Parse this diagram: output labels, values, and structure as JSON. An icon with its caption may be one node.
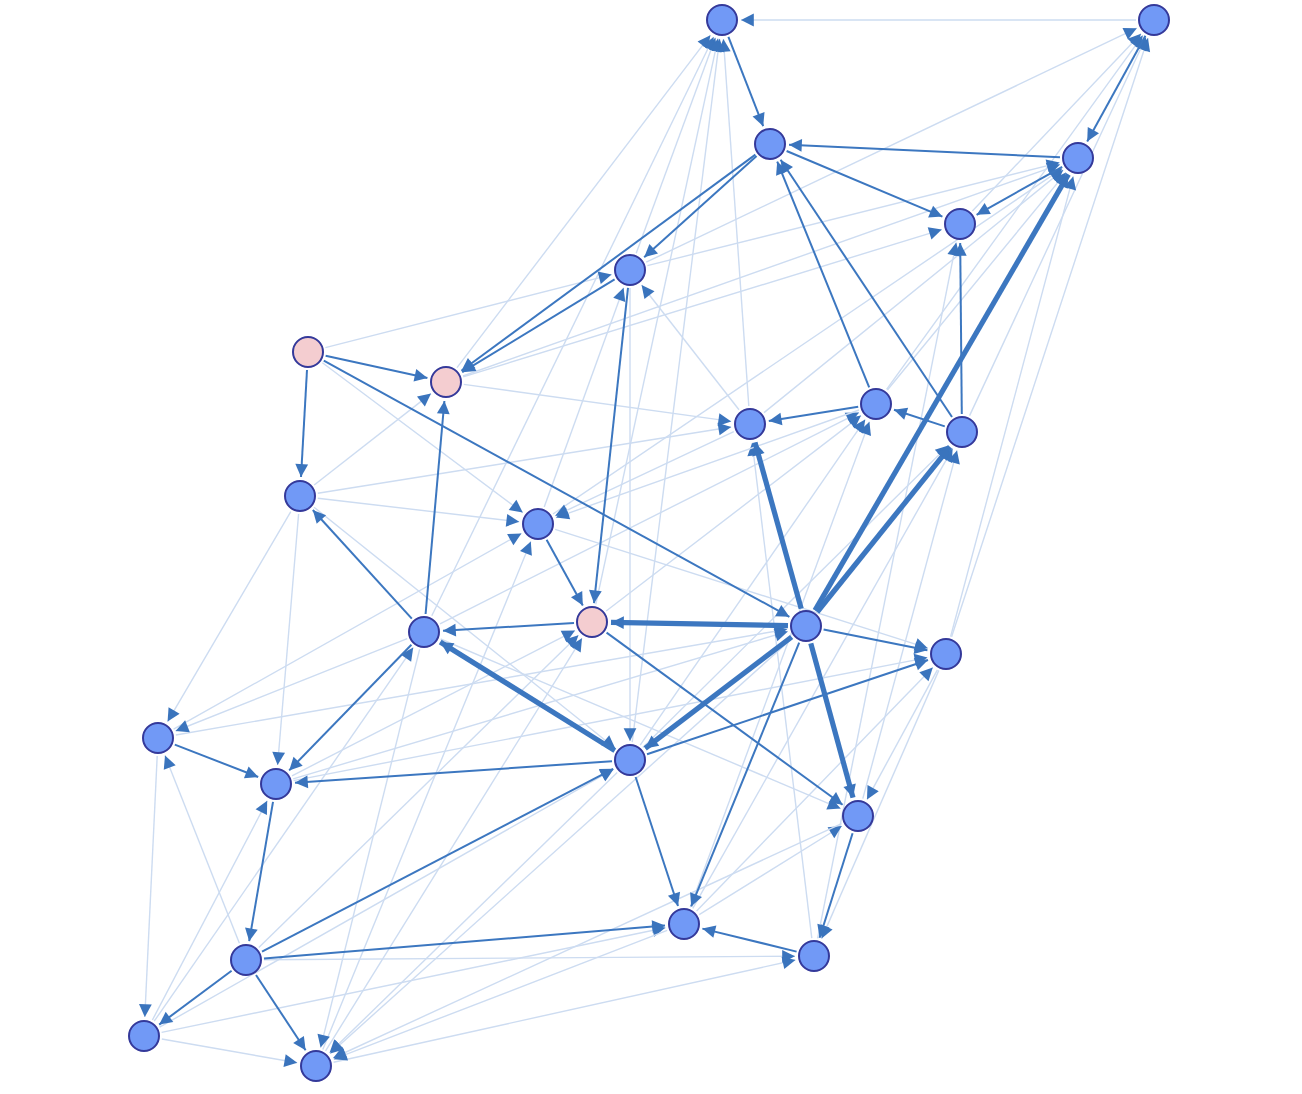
{
  "diagram": {
    "nodes": [
      {
        "text": [],
        "shape": "circle"
      },
      {
        "text": [],
        "shape": "circle"
      },
      {
        "text": [],
        "shape": "circle"
      },
      {
        "text": [],
        "shape": "circle"
      },
      {
        "text": [],
        "shape": "circle"
      },
      {
        "text": [],
        "shape": "circle"
      },
      {
        "text": [],
        "shape": "circle"
      },
      {
        "text": [],
        "shape": "circle"
      },
      {
        "text": [],
        "shape": "circle"
      },
      {
        "text": [],
        "shape": "circle"
      },
      {
        "text": [],
        "shape": "circle"
      },
      {
        "text": [],
        "shape": "circle"
      },
      {
        "text": [],
        "shape": "circle"
      },
      {
        "text": [],
        "shape": "circle"
      },
      {
        "text": [],
        "shape": "circle"
      },
      {
        "text": [],
        "shape": "circle"
      },
      {
        "text": [],
        "shape": "circle"
      },
      {
        "text": [],
        "shape": "circle"
      },
      {
        "text": [],
        "shape": "circle"
      },
      {
        "text": [],
        "shape": "circle"
      },
      {
        "text": [],
        "shape": "circle"
      },
      {
        "text": [],
        "shape": "circle"
      },
      {
        "text": [],
        "shape": "circle"
      },
      {
        "text": [],
        "shape": "circle"
      },
      {
        "text": [],
        "shape": "circle"
      },
      {
        "text": [],
        "shape": "circle"
      }
    ],
    "edges": [
      {
        "from": 1,
        "to": 0,
        "arrow": "to"
      },
      {
        "from": 5,
        "to": 0,
        "arrow": "to"
      },
      {
        "from": 7,
        "to": 0,
        "arrow": "to"
      },
      {
        "from": 13,
        "to": 0,
        "arrow": "to"
      },
      {
        "from": 8,
        "to": 0,
        "arrow": "to"
      },
      {
        "from": 19,
        "to": 0,
        "arrow": "to"
      },
      {
        "from": 14,
        "to": 0,
        "arrow": "to"
      },
      {
        "from": 4,
        "to": 1,
        "arrow": "to"
      },
      {
        "from": 9,
        "to": 1,
        "arrow": "to"
      },
      {
        "from": 5,
        "to": 1,
        "arrow": "to"
      },
      {
        "from": 16,
        "to": 1,
        "arrow": "to"
      },
      {
        "from": 10,
        "to": 1,
        "arrow": "to"
      },
      {
        "from": 7,
        "to": 3,
        "arrow": "to"
      },
      {
        "from": 5,
        "to": 3,
        "arrow": "to"
      },
      {
        "from": 8,
        "to": 3,
        "arrow": "to"
      },
      {
        "from": 12,
        "to": 3,
        "arrow": "to"
      },
      {
        "from": 9,
        "to": 3,
        "arrow": "to"
      },
      {
        "from": 16,
        "to": 3,
        "arrow": "to"
      },
      {
        "from": 7,
        "to": 4,
        "arrow": "to"
      },
      {
        "from": 23,
        "to": 4,
        "arrow": "to"
      },
      {
        "from": 6,
        "to": 5,
        "arrow": "to"
      },
      {
        "from": 12,
        "to": 5,
        "arrow": "to"
      },
      {
        "from": 8,
        "to": 5,
        "arrow": "to"
      },
      {
        "from": 11,
        "to": 7,
        "arrow": "to"
      },
      {
        "from": 7,
        "to": 8,
        "arrow": "to"
      },
      {
        "from": 11,
        "to": 8,
        "arrow": "to"
      },
      {
        "from": 23,
        "to": 8,
        "arrow": "to"
      },
      {
        "from": 14,
        "to": 9,
        "arrow": "to"
      },
      {
        "from": 19,
        "to": 9,
        "arrow": "to"
      },
      {
        "from": 13,
        "to": 9,
        "arrow": "to"
      },
      {
        "from": 22,
        "to": 9,
        "arrow": "to"
      },
      {
        "from": 19,
        "to": 10,
        "arrow": "to"
      },
      {
        "from": 20,
        "to": 10,
        "arrow": "to"
      },
      {
        "from": 22,
        "to": 10,
        "arrow": "to"
      },
      {
        "from": 9,
        "to": 12,
        "arrow": "to"
      },
      {
        "from": 8,
        "to": 12,
        "arrow": "to"
      },
      {
        "from": 11,
        "to": 12,
        "arrow": "to"
      },
      {
        "from": 6,
        "to": 12,
        "arrow": "to"
      },
      {
        "from": 17,
        "to": 12,
        "arrow": "to"
      },
      {
        "from": 25,
        "to": 12,
        "arrow": "to"
      },
      {
        "from": 24,
        "to": 13,
        "arrow": "to"
      },
      {
        "from": 25,
        "to": 14,
        "arrow": "to"
      },
      {
        "from": 21,
        "to": 14,
        "arrow": "to"
      },
      {
        "from": 18,
        "to": 14,
        "arrow": "to"
      },
      {
        "from": 18,
        "to": 15,
        "arrow": "to"
      },
      {
        "from": 17,
        "to": 15,
        "arrow": "to"
      },
      {
        "from": 22,
        "to": 16,
        "arrow": "to"
      },
      {
        "from": 12,
        "to": 16,
        "arrow": "to"
      },
      {
        "from": 18,
        "to": 16,
        "arrow": "to"
      },
      {
        "from": 11,
        "to": 17,
        "arrow": "to"
      },
      {
        "from": 13,
        "to": 17,
        "arrow": "to"
      },
      {
        "from": 21,
        "to": 17,
        "arrow": "to"
      },
      {
        "from": 24,
        "to": 18,
        "arrow": "to"
      },
      {
        "from": 11,
        "to": 18,
        "arrow": "to"
      },
      {
        "from": 11,
        "to": 19,
        "arrow": "to"
      },
      {
        "from": 24,
        "to": 19,
        "arrow": "to"
      },
      {
        "from": 5,
        "to": 19,
        "arrow": "to"
      },
      {
        "from": 22,
        "to": 20,
        "arrow": "to"
      },
      {
        "from": 13,
        "to": 20,
        "arrow": "to"
      },
      {
        "from": 16,
        "to": 20,
        "arrow": "to"
      },
      {
        "from": 24,
        "to": 22,
        "arrow": "to"
      },
      {
        "from": 16,
        "to": 23,
        "arrow": "to"
      },
      {
        "from": 25,
        "to": 23,
        "arrow": "to"
      },
      {
        "from": 21,
        "to": 23,
        "arrow": "to"
      },
      {
        "from": 17,
        "to": 24,
        "arrow": "to"
      },
      {
        "from": 24,
        "to": 25,
        "arrow": "to"
      },
      {
        "from": 13,
        "to": 25,
        "arrow": "to"
      },
      {
        "from": 19,
        "to": 25,
        "arrow": "to"
      },
      {
        "from": 15,
        "to": 25,
        "arrow": "to"
      },
      {
        "from": 20,
        "to": 25,
        "arrow": "to"
      },
      {
        "from": 22,
        "to": 25,
        "arrow": "to"
      },
      {
        "from": 0,
        "to": 2,
        "arrow": "to",
        "color": "#3c77c0"
      },
      {
        "from": 1,
        "to": 3,
        "arrow": "to",
        "color": "#3c77c0"
      },
      {
        "from": 3,
        "to": 4,
        "arrow": "to",
        "color": "#3c77c0"
      },
      {
        "from": 2,
        "to": 4,
        "arrow": "to",
        "color": "#3c77c0"
      },
      {
        "from": 15,
        "to": 3,
        "arrow": "to",
        "style": "thick",
        "color": "#3c77c0"
      },
      {
        "from": 15,
        "to": 10,
        "arrow": "to",
        "style": "thick",
        "color": "#3c77c0"
      },
      {
        "from": 15,
        "to": 8,
        "arrow": "to",
        "style": "thick",
        "color": "#3c77c0"
      },
      {
        "from": 15,
        "to": 14,
        "arrow": "to",
        "style": "thick",
        "color": "#3c77c0"
      },
      {
        "from": 15,
        "to": 19,
        "arrow": "to",
        "style": "thick",
        "color": "#3c77c0"
      },
      {
        "from": 15,
        "to": 20,
        "arrow": "to",
        "style": "thick",
        "color": "#3c77c0"
      },
      {
        "from": 15,
        "to": 16,
        "arrow": "to",
        "color": "#3c77c0"
      },
      {
        "from": 15,
        "to": 22,
        "arrow": "to",
        "color": "#3c77c0"
      },
      {
        "from": 6,
        "to": 15,
        "arrow": "to",
        "color": "#3c77c0"
      },
      {
        "from": 6,
        "to": 7,
        "arrow": "to",
        "color": "#3c77c0"
      },
      {
        "from": 6,
        "to": 11,
        "arrow": "to",
        "color": "#3c77c0"
      },
      {
        "from": 2,
        "to": 5,
        "arrow": "to",
        "color": "#3c77c0"
      },
      {
        "from": 13,
        "to": 7,
        "arrow": "to",
        "color": "#3c77c0"
      },
      {
        "from": 19,
        "to": 13,
        "arrow": "to",
        "style": "thick",
        "color": "#3c77c0"
      },
      {
        "from": 13,
        "to": 11,
        "arrow": "to",
        "color": "#3c77c0"
      },
      {
        "from": 10,
        "to": 2,
        "arrow": "to",
        "color": "#3c77c0"
      },
      {
        "from": 9,
        "to": 2,
        "arrow": "to",
        "color": "#3c77c0"
      },
      {
        "from": 10,
        "to": 4,
        "arrow": "to",
        "color": "#3c77c0"
      },
      {
        "from": 10,
        "to": 9,
        "arrow": "to",
        "color": "#3c77c0"
      },
      {
        "from": 9,
        "to": 8,
        "arrow": "to",
        "color": "#3c77c0"
      },
      {
        "from": 12,
        "to": 14,
        "arrow": "to",
        "color": "#3c77c0"
      },
      {
        "from": 14,
        "to": 13,
        "arrow": "to",
        "color": "#3c77c0"
      },
      {
        "from": 17,
        "to": 18,
        "arrow": "to",
        "color": "#3c77c0"
      },
      {
        "from": 13,
        "to": 18,
        "arrow": "to",
        "color": "#3c77c0"
      },
      {
        "from": 19,
        "to": 18,
        "arrow": "to",
        "color": "#3c77c0"
      },
      {
        "from": 21,
        "to": 19,
        "arrow": "to",
        "color": "#3c77c0"
      },
      {
        "from": 21,
        "to": 22,
        "arrow": "to",
        "color": "#3c77c0"
      },
      {
        "from": 18,
        "to": 21,
        "arrow": "to",
        "color": "#3c77c0"
      },
      {
        "from": 21,
        "to": 24,
        "arrow": "to",
        "color": "#3c77c0"
      },
      {
        "from": 21,
        "to": 25,
        "arrow": "to",
        "color": "#3c77c0"
      },
      {
        "from": 19,
        "to": 16,
        "arrow": "to",
        "color": "#3c77c0"
      },
      {
        "from": 14,
        "to": 20,
        "arrow": "to",
        "color": "#3c77c0"
      },
      {
        "from": 19,
        "to": 22,
        "arrow": "to",
        "color": "#3c77c0"
      },
      {
        "from": 23,
        "to": 22,
        "arrow": "to",
        "color": "#3c77c0"
      },
      {
        "from": 3,
        "to": 2,
        "arrow": "to",
        "color": "#3c77c0"
      },
      {
        "from": 5,
        "to": 14,
        "arrow": "to",
        "color": "#3c77c0"
      },
      {
        "from": 5,
        "to": 7,
        "arrow": "to",
        "color": "#3c77c0"
      },
      {
        "from": 2,
        "to": 7,
        "arrow": "to",
        "color": "#3c77c0"
      },
      {
        "from": 20,
        "to": 23,
        "arrow": "to",
        "color": "#3c77c0"
      }
    ]
  }
}
